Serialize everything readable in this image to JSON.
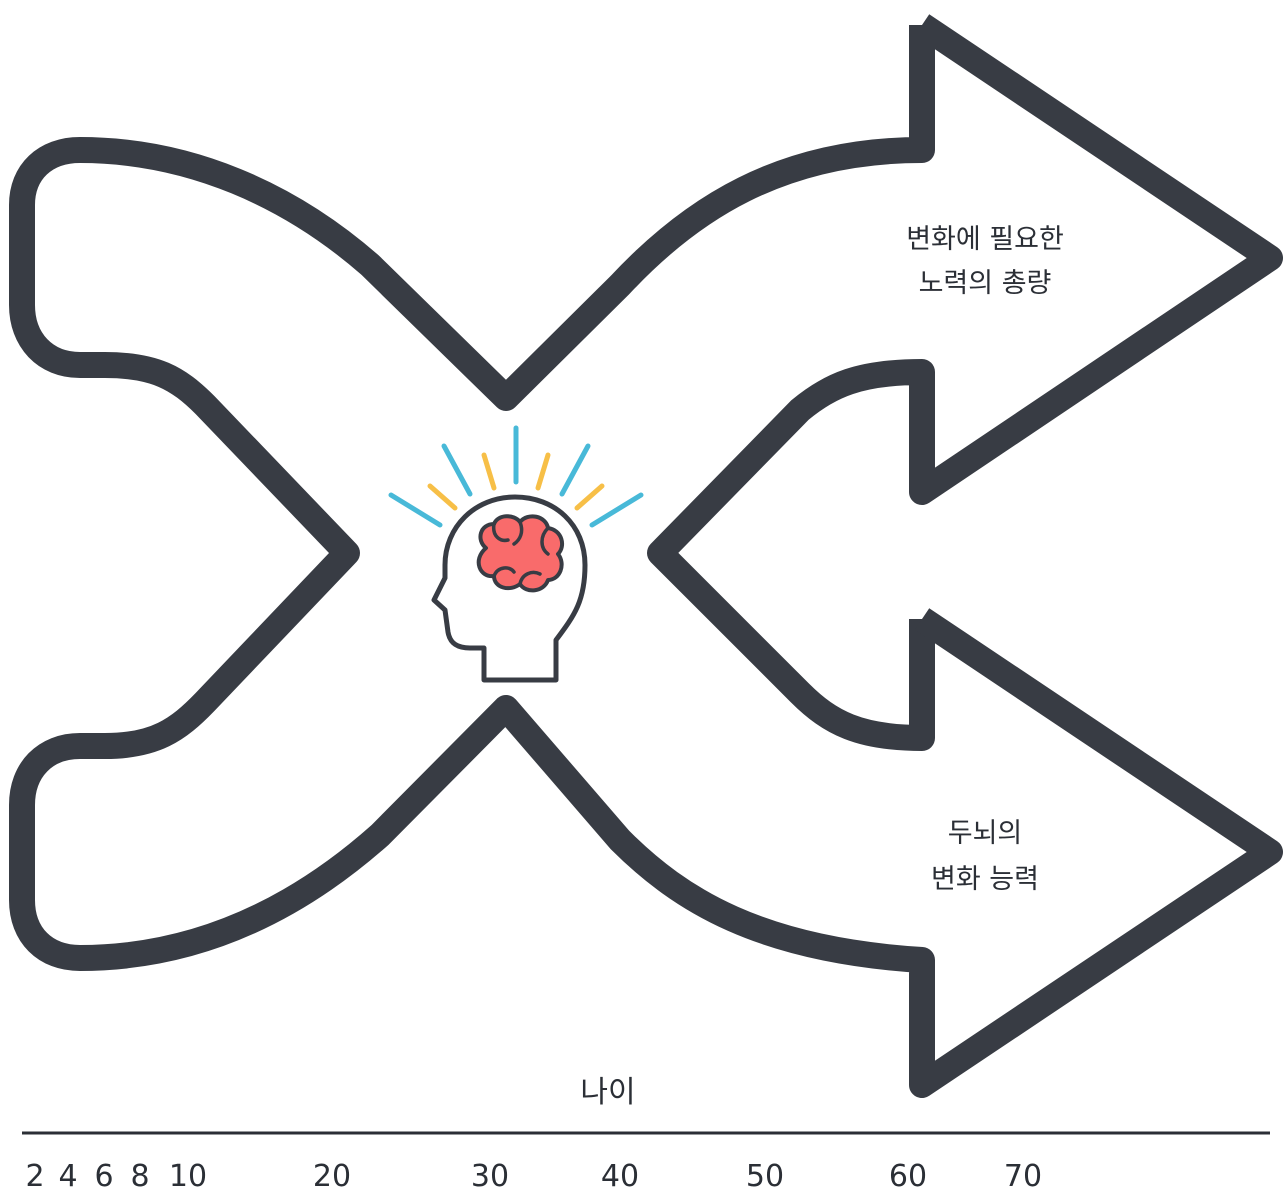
{
  "labels": {
    "top_arrow_line1": "변화에 필요한",
    "top_arrow_line2": "노력의 총량",
    "bottom_arrow_line1": "두뇌의",
    "bottom_arrow_line2": "변화 능력",
    "axis_title": "나이"
  },
  "axis": {
    "ticks": [
      {
        "label": "2",
        "value": 2
      },
      {
        "label": "4",
        "value": 4
      },
      {
        "label": "6",
        "value": 6
      },
      {
        "label": "8",
        "value": 8
      },
      {
        "label": "10",
        "value": 10
      },
      {
        "label": "20",
        "value": 20
      },
      {
        "label": "30",
        "value": 30
      },
      {
        "label": "40",
        "value": 40
      },
      {
        "label": "50",
        "value": 50
      },
      {
        "label": "60",
        "value": 60
      },
      {
        "label": "70",
        "value": 70
      }
    ]
  },
  "icons": {
    "center": "head-with-brain-icon"
  },
  "colors": {
    "stroke": "#383c44",
    "brain": "#f96b6b",
    "ray_blue": "#48b9d8",
    "ray_yellow": "#f7bf47",
    "text": "#2b2f36"
  }
}
